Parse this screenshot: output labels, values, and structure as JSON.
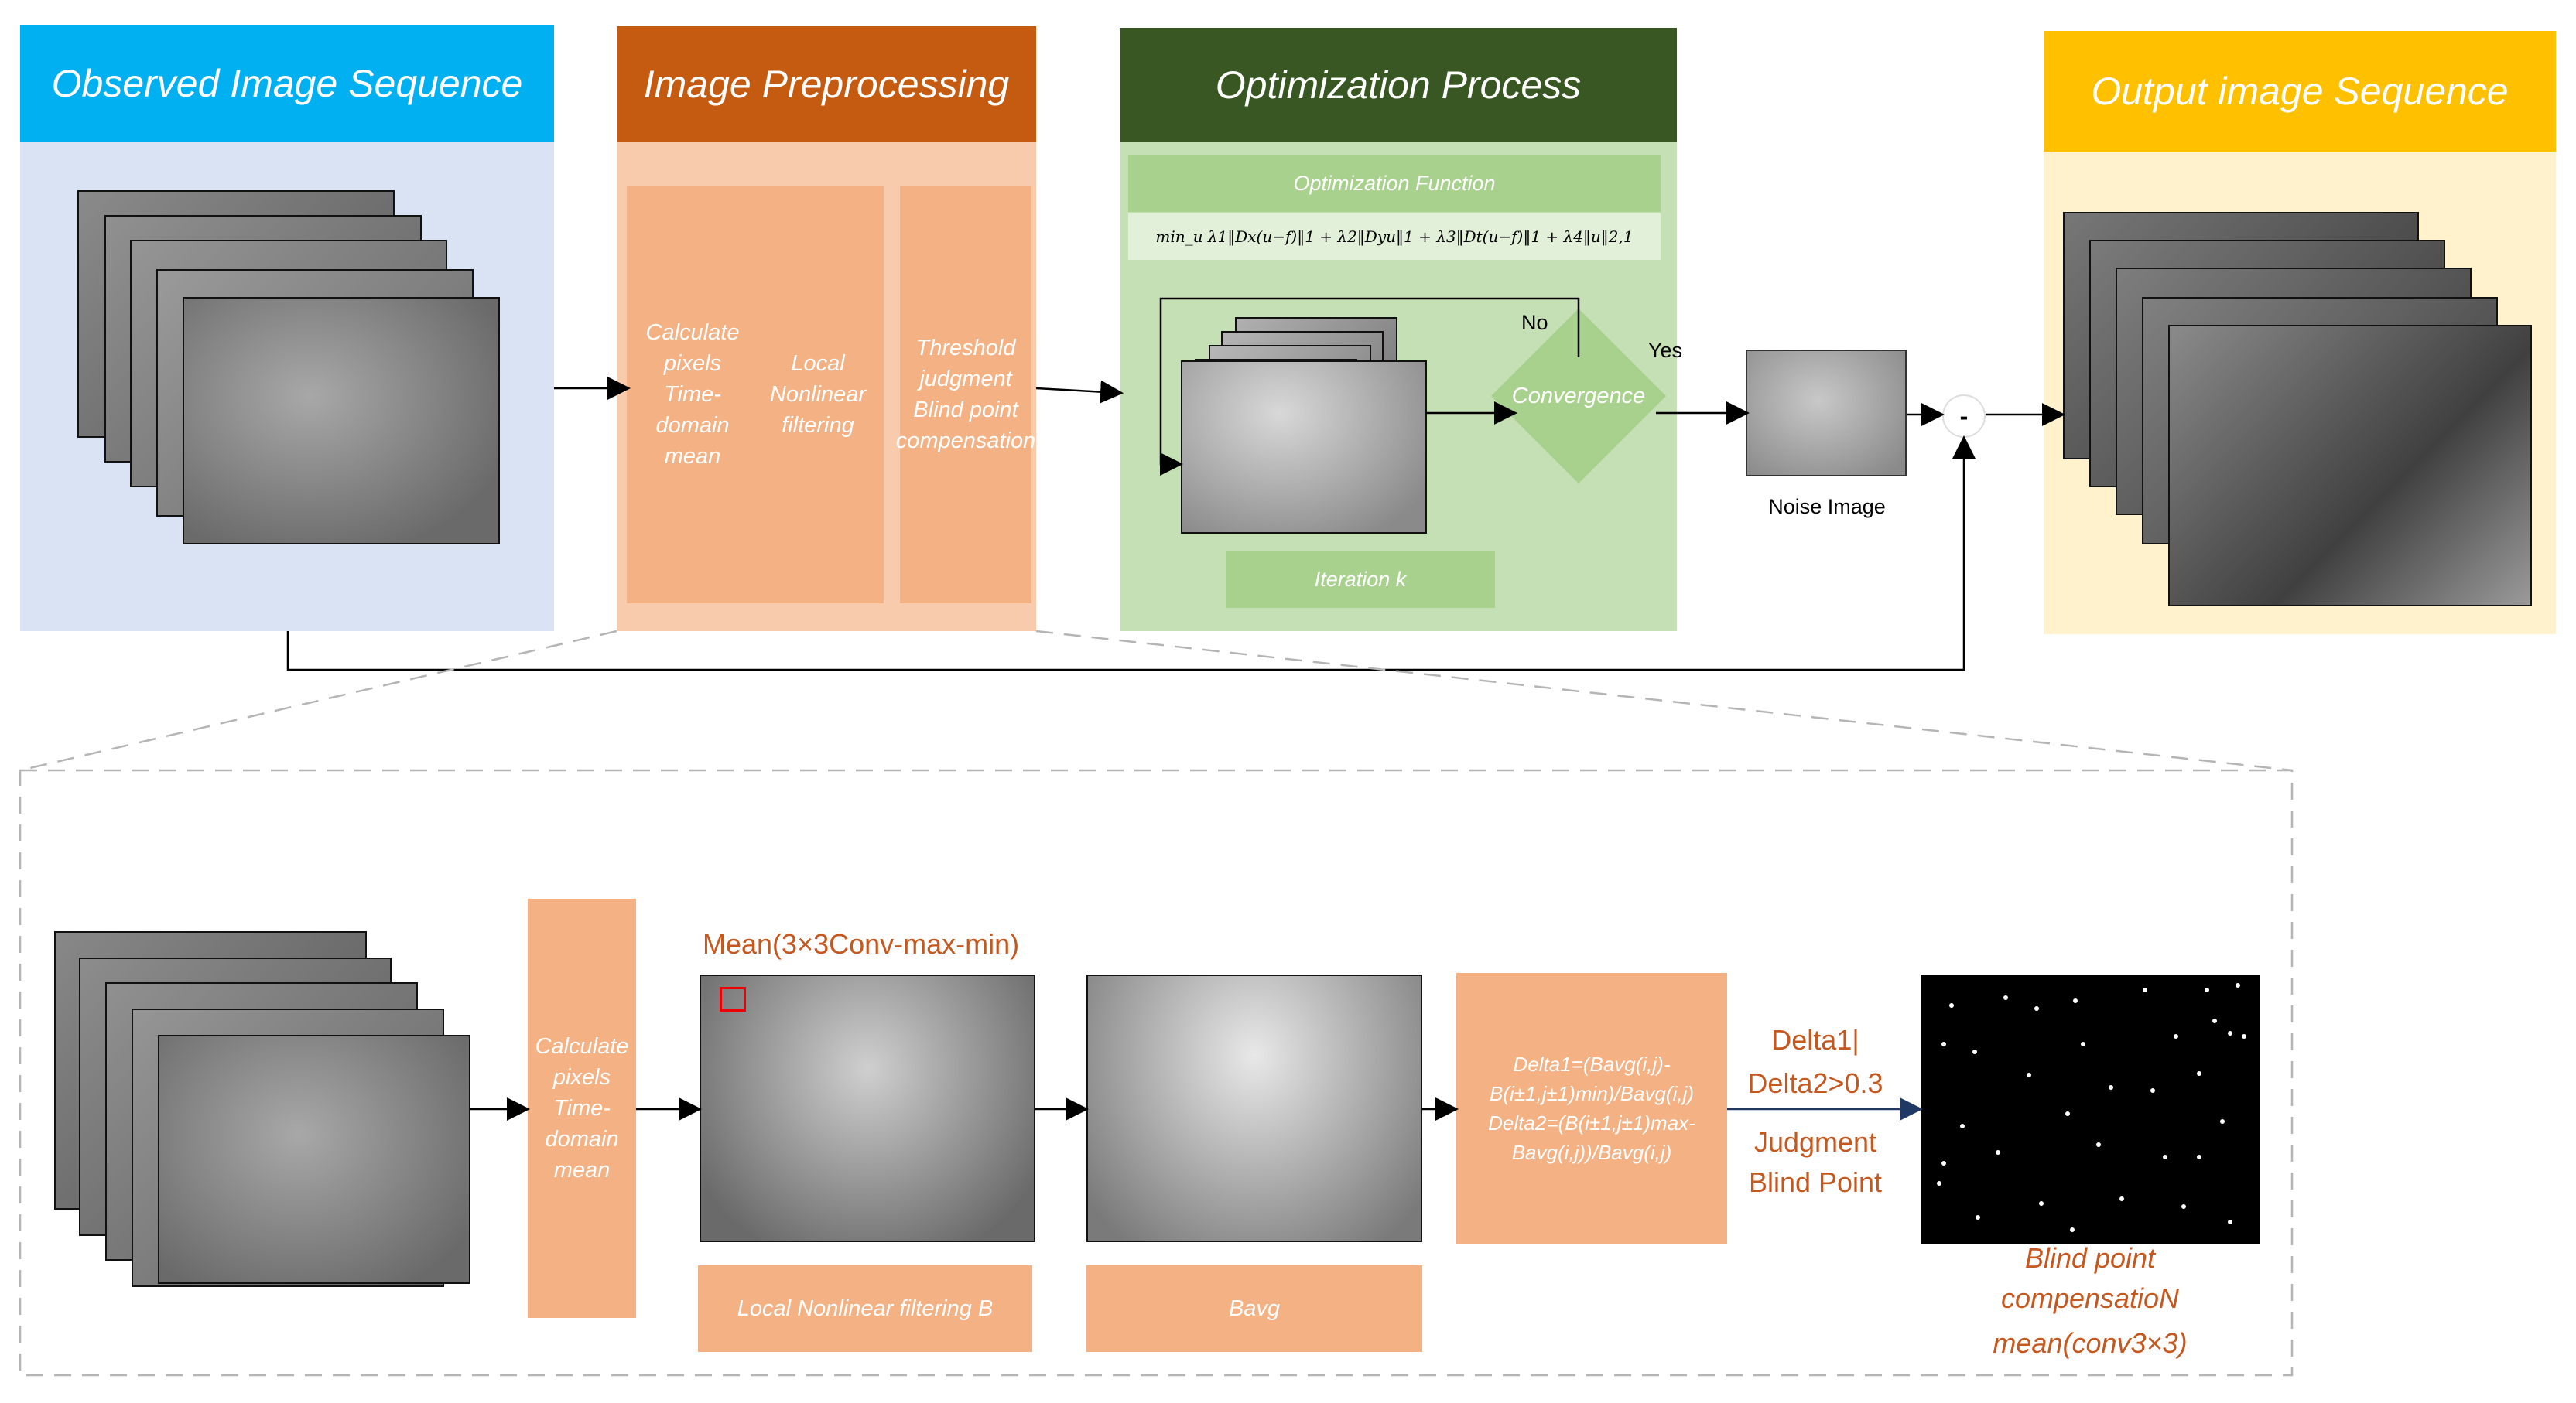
{
  "top": {
    "observed": {
      "title": "Observed  Image Sequence"
    },
    "preprocessing": {
      "title": "Image Preprocessing",
      "steps": [
        "Calculate pixels Time-domain mean",
        "Local Nonlinear filtering",
        "Threshold judgment Blind point compensation"
      ]
    },
    "optimization": {
      "title": "Optimization Process",
      "function_title": "Optimization Function",
      "formula": "min_u λ1‖Dx(u−f)‖1 + λ2‖Dyu‖1 + λ3‖Dt(u−f)‖1 + λ4‖u‖2,1",
      "no_label": "No",
      "convergence": "Convergence",
      "iteration": "Iteration k"
    },
    "yes_label": "Yes",
    "noise_label": "Noise Image",
    "minus": "-",
    "output": {
      "title": "Output image Sequence"
    }
  },
  "bottom": {
    "time_mean": "Calculate pixels Time-domain mean",
    "mean_conv": "Mean(3×3Conv-max-min)",
    "local_filter": "Local Nonlinear filtering B",
    "bavg": "Bavg",
    "delta_formula": "Delta1=(Bavg(i,j)-B(i±1,j±1)min)/Bavg(i,j) Delta2=(B(i±1,j±1)max-Bavg(i,j))/Bavg(i,j)",
    "threshold_1": "Delta1|",
    "threshold_2": "Delta2>0.3",
    "judgment_1": "Judgment",
    "judgment_2": "Blind Point",
    "compensation_1": "Blind point",
    "compensation_2": "compensatioN",
    "compensation_3": "mean(conv3×3)"
  },
  "colors": {
    "observed_header": "#00b0f0",
    "observed_body": "#dae3f3",
    "pre_header": "#c55a11",
    "pre_body": "#f8cbad",
    "pre_step": "#f4b183",
    "opt_header": "#385723",
    "opt_body": "#c5e0b4",
    "opt_inner": "#a9d18e",
    "output_header": "#ffc000",
    "output_body": "#fff2cc"
  }
}
